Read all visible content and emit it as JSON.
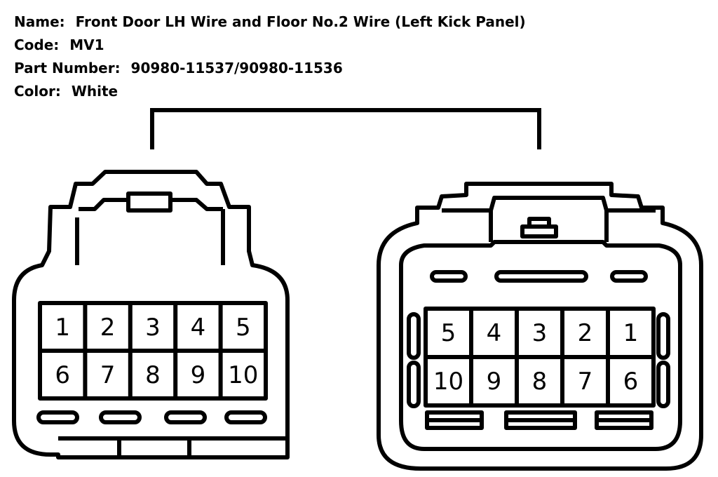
{
  "info": {
    "name_label": "Name:",
    "name_value": "Front Door LH Wire and Floor No.2 Wire (Left Kick Panel)",
    "code_label": "Code:",
    "code_value": "MV1",
    "part_label": "Part Number:",
    "part_value": "90980-11537/90980-11536",
    "color_label": "Color:",
    "color_value": "White"
  },
  "left_connector": {
    "row1": [
      "1",
      "2",
      "3",
      "4",
      "5"
    ],
    "row2": [
      "6",
      "7",
      "8",
      "9",
      "10"
    ]
  },
  "right_connector": {
    "row1": [
      "5",
      "4",
      "3",
      "2",
      "1"
    ],
    "row2": [
      "10",
      "9",
      "8",
      "7",
      "6"
    ]
  }
}
